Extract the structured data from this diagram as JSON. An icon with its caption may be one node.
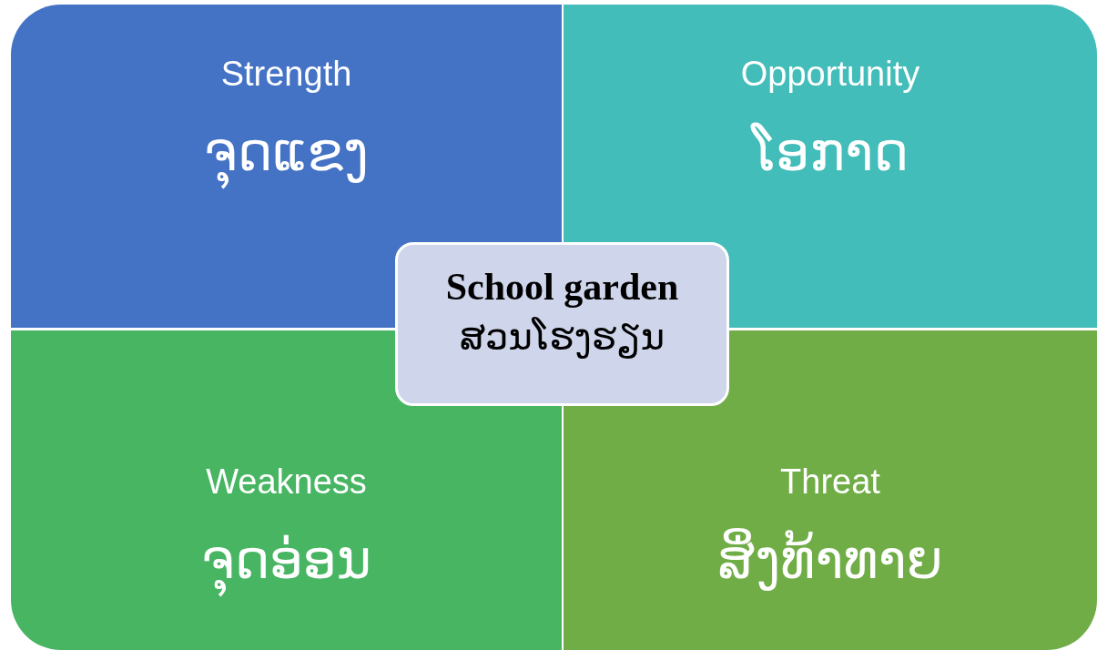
{
  "diagram": {
    "nodes": [
      {
        "text": [
          "Strength",
          "ຈຸດແຂງ"
        ]
      },
      {
        "text": [
          "Opportunity",
          "ໂອກາດ"
        ]
      },
      {
        "text": [
          "Weakness",
          "ຈຸດອ່ອນ"
        ]
      },
      {
        "text": [
          "Threat",
          "ສິ່ງທ້າທາຍ"
        ]
      },
      {
        "text": [
          "School garden",
          "ສວນໂຮງຮຽນ"
        ]
      }
    ]
  }
}
